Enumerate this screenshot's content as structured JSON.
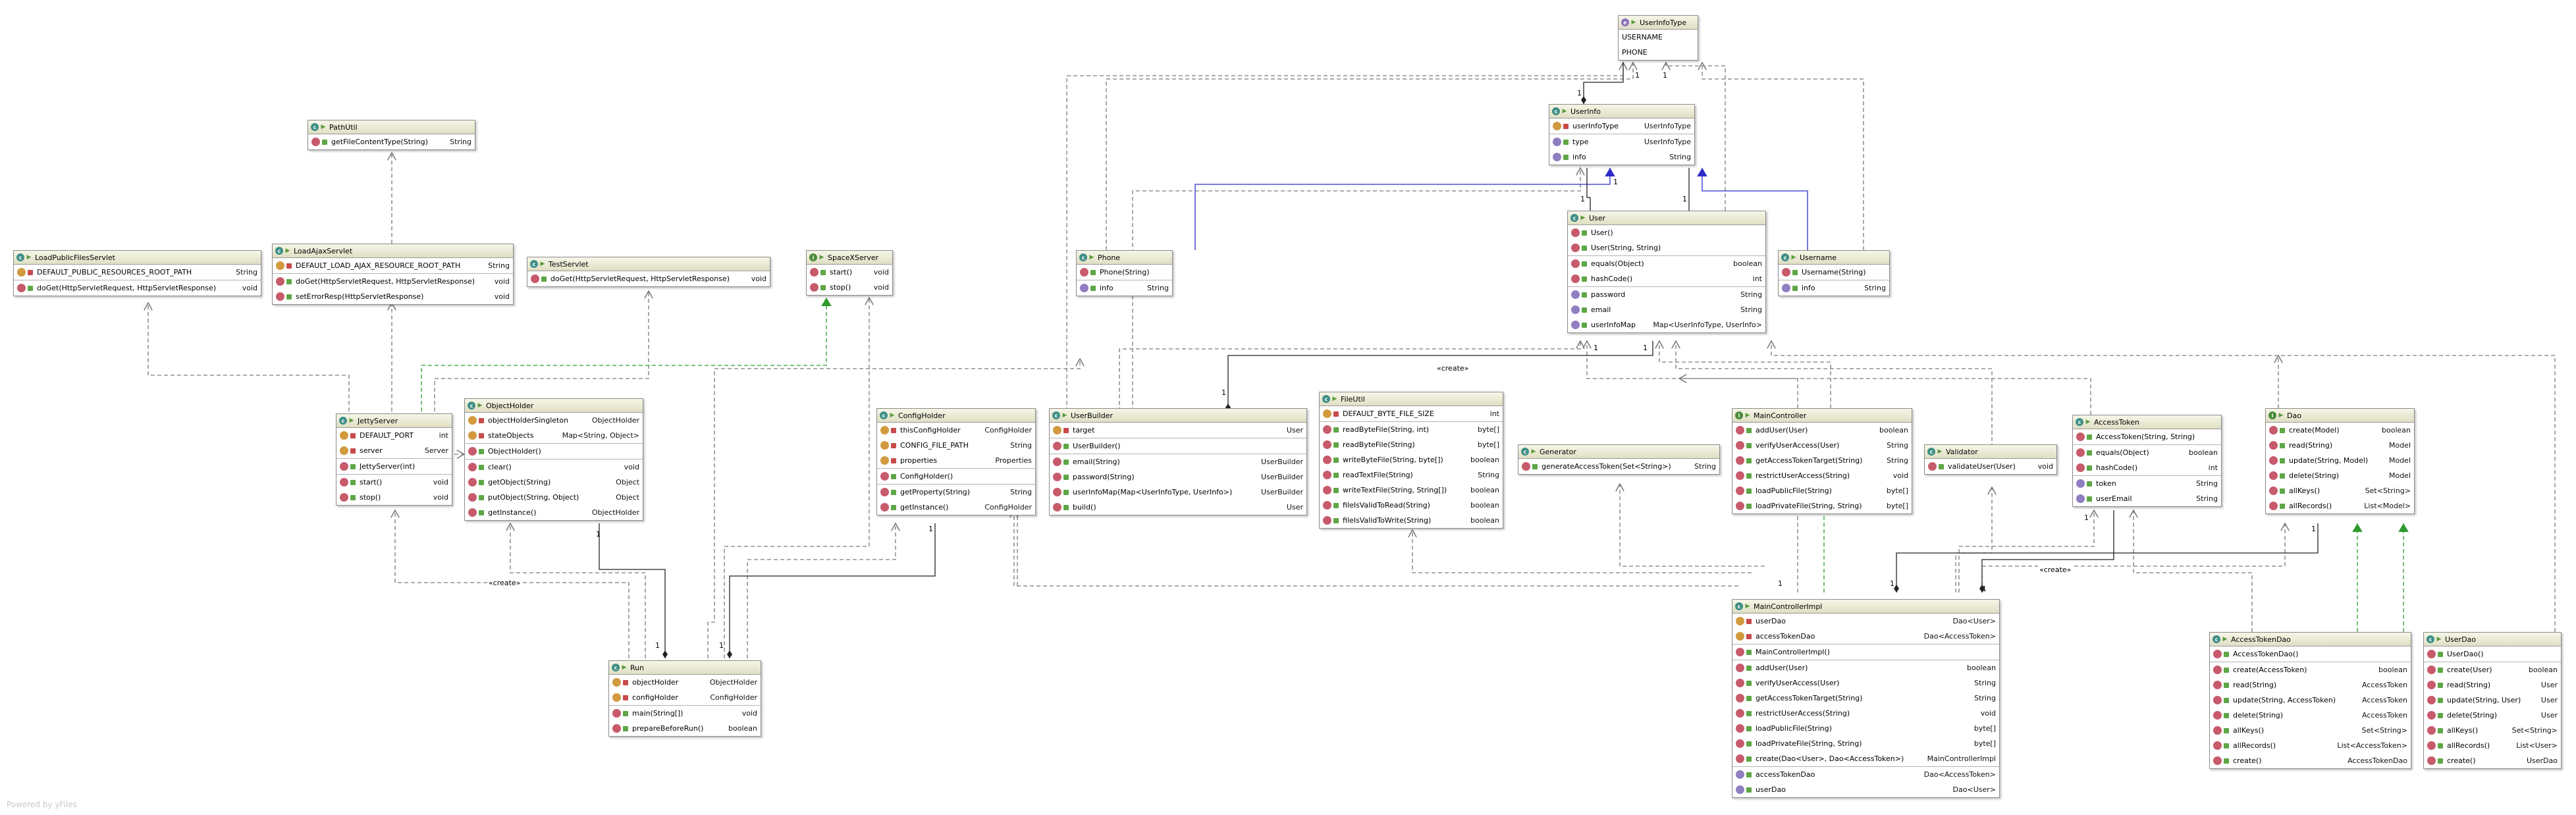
{
  "footer": "Powered by yFiles",
  "edge_labels": {
    "create": "«create»"
  },
  "colors": {
    "header_top": "#f6f6e8",
    "header_bottom": "#e0dfc4",
    "dependency": "#7a7a7a",
    "realization": "#2e9a2e",
    "inheritance": "#2b2bc8"
  },
  "multiplicity": "1",
  "nodes": {
    "userinfotype": {
      "title": "UserInfoType",
      "kind": "enum",
      "sections": [
        [
          {
            "n": "USERNAME"
          },
          {
            "n": "PHONE"
          }
        ]
      ]
    },
    "userinfo": {
      "title": "UserInfo",
      "kind": "class",
      "sections": [
        [
          {
            "i": "f",
            "n": "userInfoType",
            "t": "UserInfoType"
          }
        ],
        [
          {
            "i": "p",
            "n": "type",
            "t": "UserInfoType"
          },
          {
            "i": "p",
            "n": "info",
            "t": "String"
          }
        ]
      ]
    },
    "pathutil": {
      "title": "PathUtil",
      "kind": "class",
      "sections": [
        [
          {
            "i": "m",
            "n": "getFileContentType(String)",
            "t": "String"
          }
        ]
      ]
    },
    "user": {
      "title": "User",
      "kind": "class",
      "sections": [
        [
          {
            "i": "m",
            "n": "User()"
          },
          {
            "i": "m",
            "n": "User(String, String)"
          }
        ],
        [
          {
            "i": "m",
            "n": "equals(Object)",
            "t": "boolean"
          },
          {
            "i": "m",
            "n": "hashCode()",
            "t": "int"
          }
        ],
        [
          {
            "i": "p",
            "n": "password",
            "t": "String"
          },
          {
            "i": "p",
            "n": "email",
            "t": "String"
          },
          {
            "i": "p",
            "n": "userInfoMap",
            "t": "Map<UserInfoType, UserInfo>"
          }
        ]
      ]
    },
    "phone": {
      "title": "Phone",
      "kind": "class",
      "sections": [
        [
          {
            "i": "m",
            "n": "Phone(String)"
          }
        ],
        [
          {
            "i": "p",
            "n": "info",
            "t": "String"
          }
        ]
      ]
    },
    "username": {
      "title": "Username",
      "kind": "class",
      "sections": [
        [
          {
            "i": "m",
            "n": "Username(String)"
          }
        ],
        [
          {
            "i": "p",
            "n": "info",
            "t": "String"
          }
        ]
      ]
    },
    "loadpublicfiles": {
      "title": "LoadPublicFilesServlet",
      "kind": "class",
      "sections": [
        [
          {
            "i": "f",
            "n": "DEFAULT_PUBLIC_RESOURCES_ROOT_PATH",
            "t": "String"
          }
        ],
        [
          {
            "i": "m",
            "n": "doGet(HttpServletRequest, HttpServletResponse)",
            "t": "void"
          }
        ]
      ]
    },
    "loadajax": {
      "title": "LoadAjaxServlet",
      "kind": "class",
      "sections": [
        [
          {
            "i": "f",
            "n": "DEFAULT_LOAD_AJAX_RESOURCE_ROOT_PATH",
            "t": "String"
          }
        ],
        [
          {
            "i": "m",
            "n": "doGet(HttpServletRequest, HttpServletResponse)",
            "t": "void"
          },
          {
            "i": "m",
            "n": "setErrorResp(HttpServletResponse)",
            "t": "void"
          }
        ]
      ]
    },
    "testservlet": {
      "title": "TestServlet",
      "kind": "class",
      "sections": [
        [
          {
            "i": "m",
            "n": "doGet(HttpServletRequest, HttpServletResponse)",
            "t": "void"
          }
        ]
      ]
    },
    "spacexserver": {
      "title": "SpaceXServer",
      "kind": "iface",
      "sections": [
        [
          {
            "i": "m",
            "n": "start()",
            "t": "void"
          },
          {
            "i": "m",
            "n": "stop()",
            "t": "void"
          }
        ]
      ]
    },
    "jettyserver": {
      "title": "JettyServer",
      "kind": "class",
      "sections": [
        [
          {
            "i": "f",
            "n": "DEFAULT_PORT",
            "t": "int"
          },
          {
            "i": "f",
            "n": "server",
            "t": "Server"
          }
        ],
        [
          {
            "i": "m",
            "n": "JettyServer(int)"
          }
        ],
        [
          {
            "i": "m",
            "n": "start()",
            "t": "void"
          },
          {
            "i": "m",
            "n": "stop()",
            "t": "void"
          }
        ]
      ]
    },
    "objectholder": {
      "title": "ObjectHolder",
      "kind": "class",
      "sections": [
        [
          {
            "i": "f",
            "n": "objectHolderSingleton",
            "t": "ObjectHolder"
          },
          {
            "i": "f",
            "n": "stateObjects",
            "t": "Map<String, Object>"
          }
        ],
        [
          {
            "i": "m",
            "n": "ObjectHolder()"
          }
        ],
        [
          {
            "i": "m",
            "n": "clear()",
            "t": "void"
          },
          {
            "i": "m",
            "n": "getObject(String)",
            "t": "Object"
          },
          {
            "i": "m",
            "n": "putObject(String, Object)",
            "t": "Object"
          },
          {
            "i": "m",
            "n": "getInstance()",
            "t": "ObjectHolder"
          }
        ]
      ]
    },
    "configholder": {
      "title": "ConfigHolder",
      "kind": "class",
      "sections": [
        [
          {
            "i": "f",
            "n": "thisConfigHolder",
            "t": "ConfigHolder"
          },
          {
            "i": "f",
            "n": "CONFIG_FILE_PATH",
            "t": "String"
          },
          {
            "i": "f",
            "n": "properties",
            "t": "Properties"
          }
        ],
        [
          {
            "i": "m",
            "n": "ConfigHolder()"
          }
        ],
        [
          {
            "i": "m",
            "n": "getProperty(String)",
            "t": "String"
          },
          {
            "i": "m",
            "n": "getInstance()",
            "t": "ConfigHolder"
          }
        ]
      ]
    },
    "userbuilder": {
      "title": "UserBuilder",
      "kind": "class",
      "sections": [
        [
          {
            "i": "f",
            "n": "target",
            "t": "User"
          }
        ],
        [
          {
            "i": "m",
            "n": "UserBuilder()"
          }
        ],
        [
          {
            "i": "m",
            "n": "email(String)",
            "t": "UserBuilder"
          },
          {
            "i": "m",
            "n": "password(String)",
            "t": "UserBuilder"
          },
          {
            "i": "m",
            "n": "userInfoMap(Map<UserInfoType, UserInfo>)",
            "t": "UserBuilder"
          },
          {
            "i": "m",
            "n": "build()",
            "t": "User"
          }
        ]
      ]
    },
    "fileutil": {
      "title": "FileUtil",
      "kind": "class",
      "sections": [
        [
          {
            "i": "f",
            "n": "DEFAULT_BYTE_FILE_SIZE",
            "t": "int"
          }
        ],
        [
          {
            "i": "m",
            "n": "readByteFile(String, int)",
            "t": "byte[]"
          },
          {
            "i": "m",
            "n": "readByteFile(String)",
            "t": "byte[]"
          },
          {
            "i": "m",
            "n": "writeByteFile(String, byte[])",
            "t": "boolean"
          },
          {
            "i": "m",
            "n": "readTextFile(String)",
            "t": "String"
          },
          {
            "i": "m",
            "n": "writeTextFile(String, String[])",
            "t": "boolean"
          },
          {
            "i": "m",
            "n": "fileIsValidToRead(String)",
            "t": "boolean"
          },
          {
            "i": "m",
            "n": "fileIsValidToWrite(String)",
            "t": "boolean"
          }
        ]
      ]
    },
    "generator": {
      "title": "Generator",
      "kind": "class",
      "sections": [
        [
          {
            "i": "m",
            "n": "generateAccessToken(Set<String>)",
            "t": "String"
          }
        ]
      ]
    },
    "maincontroller": {
      "title": "MainController",
      "kind": "iface",
      "sections": [
        [
          {
            "i": "m",
            "n": "addUser(User)",
            "t": "boolean"
          },
          {
            "i": "m",
            "n": "verifyUserAccess(User)",
            "t": "String"
          },
          {
            "i": "m",
            "n": "getAccessTokenTarget(String)",
            "t": "String"
          },
          {
            "i": "m",
            "n": "restrictUserAccess(String)",
            "t": "void"
          },
          {
            "i": "m",
            "n": "loadPublicFile(String)",
            "t": "byte[]"
          },
          {
            "i": "m",
            "n": "loadPrivateFile(String, String)",
            "t": "byte[]"
          }
        ]
      ]
    },
    "validator": {
      "title": "Validator",
      "kind": "class",
      "sections": [
        [
          {
            "i": "m",
            "n": "validateUser(User)",
            "t": "void"
          }
        ]
      ]
    },
    "accesstoken": {
      "title": "AccessToken",
      "kind": "class",
      "sections": [
        [
          {
            "i": "m",
            "n": "AccessToken(String, String)"
          }
        ],
        [
          {
            "i": "m",
            "n": "equals(Object)",
            "t": "boolean"
          },
          {
            "i": "m",
            "n": "hashCode()",
            "t": "int"
          }
        ],
        [
          {
            "i": "p",
            "n": "token",
            "t": "String"
          },
          {
            "i": "p",
            "n": "userEmail",
            "t": "String"
          }
        ]
      ]
    },
    "dao": {
      "title": "Dao",
      "kind": "iface",
      "sections": [
        [
          {
            "i": "m",
            "n": "create(Model)",
            "t": "boolean"
          },
          {
            "i": "m",
            "n": "read(String)",
            "t": "Model"
          },
          {
            "i": "m",
            "n": "update(String, Model)",
            "t": "Model"
          },
          {
            "i": "m",
            "n": "delete(String)",
            "t": "Model"
          },
          {
            "i": "m",
            "n": "allKeys()",
            "t": "Set<String>"
          },
          {
            "i": "m",
            "n": "allRecords()",
            "t": "List<Model>"
          }
        ]
      ]
    },
    "run": {
      "title": "Run",
      "kind": "class",
      "sections": [
        [
          {
            "i": "f",
            "n": "objectHolder",
            "t": "ObjectHolder"
          },
          {
            "i": "f",
            "n": "configHolder",
            "t": "ConfigHolder"
          }
        ],
        [
          {
            "i": "m",
            "n": "main(String[])",
            "t": "void"
          },
          {
            "i": "m",
            "n": "prepareBeforeRun()",
            "t": "boolean"
          }
        ]
      ]
    },
    "maincontrollerimpl": {
      "title": "MainControllerImpl",
      "kind": "class",
      "sections": [
        [
          {
            "i": "f",
            "n": "userDao",
            "t": "Dao<User>"
          },
          {
            "i": "f",
            "n": "accessTokenDao",
            "t": "Dao<AccessToken>"
          }
        ],
        [
          {
            "i": "m",
            "n": "MainControllerImpl()"
          }
        ],
        [
          {
            "i": "m",
            "n": "addUser(User)",
            "t": "boolean"
          },
          {
            "i": "m",
            "n": "verifyUserAccess(User)",
            "t": "String"
          },
          {
            "i": "m",
            "n": "getAccessTokenTarget(String)",
            "t": "String"
          },
          {
            "i": "m",
            "n": "restrictUserAccess(String)",
            "t": "void"
          },
          {
            "i": "m",
            "n": "loadPublicFile(String)",
            "t": "byte[]"
          },
          {
            "i": "m",
            "n": "loadPrivateFile(String, String)",
            "t": "byte[]"
          },
          {
            "i": "m",
            "n": "create(Dao<User>, Dao<AccessToken>)",
            "t": "MainControllerImpl"
          }
        ],
        [
          {
            "i": "p",
            "n": "accessTokenDao",
            "t": "Dao<AccessToken>"
          },
          {
            "i": "p",
            "n": "userDao",
            "t": "Dao<User>"
          }
        ]
      ]
    },
    "accesstokendao": {
      "title": "AccessTokenDao",
      "kind": "class",
      "sections": [
        [
          {
            "i": "m",
            "n": "AccessTokenDao()"
          }
        ],
        [
          {
            "i": "m",
            "n": "create(AccessToken)",
            "t": "boolean"
          },
          {
            "i": "m",
            "n": "read(String)",
            "t": "AccessToken"
          },
          {
            "i": "m",
            "n": "update(String, AccessToken)",
            "t": "AccessToken"
          },
          {
            "i": "m",
            "n": "delete(String)",
            "t": "AccessToken"
          },
          {
            "i": "m",
            "n": "allKeys()",
            "t": "Set<String>"
          },
          {
            "i": "m",
            "n": "allRecords()",
            "t": "List<AccessToken>"
          },
          {
            "i": "m",
            "n": "create()",
            "t": "AccessTokenDao"
          }
        ]
      ]
    },
    "userdao": {
      "title": "UserDao",
      "kind": "class",
      "sections": [
        [
          {
            "i": "m",
            "n": "UserDao()"
          }
        ],
        [
          {
            "i": "m",
            "n": "create(User)",
            "t": "boolean"
          },
          {
            "i": "m",
            "n": "read(String)",
            "t": "User"
          },
          {
            "i": "m",
            "n": "update(String, User)",
            "t": "User"
          },
          {
            "i": "m",
            "n": "delete(String)",
            "t": "User"
          },
          {
            "i": "m",
            "n": "allKeys()",
            "t": "Set<String>"
          },
          {
            "i": "m",
            "n": "allRecords()",
            "t": "List<User>"
          },
          {
            "i": "m",
            "n": "create()",
            "t": "UserDao"
          }
        ]
      ]
    }
  }
}
